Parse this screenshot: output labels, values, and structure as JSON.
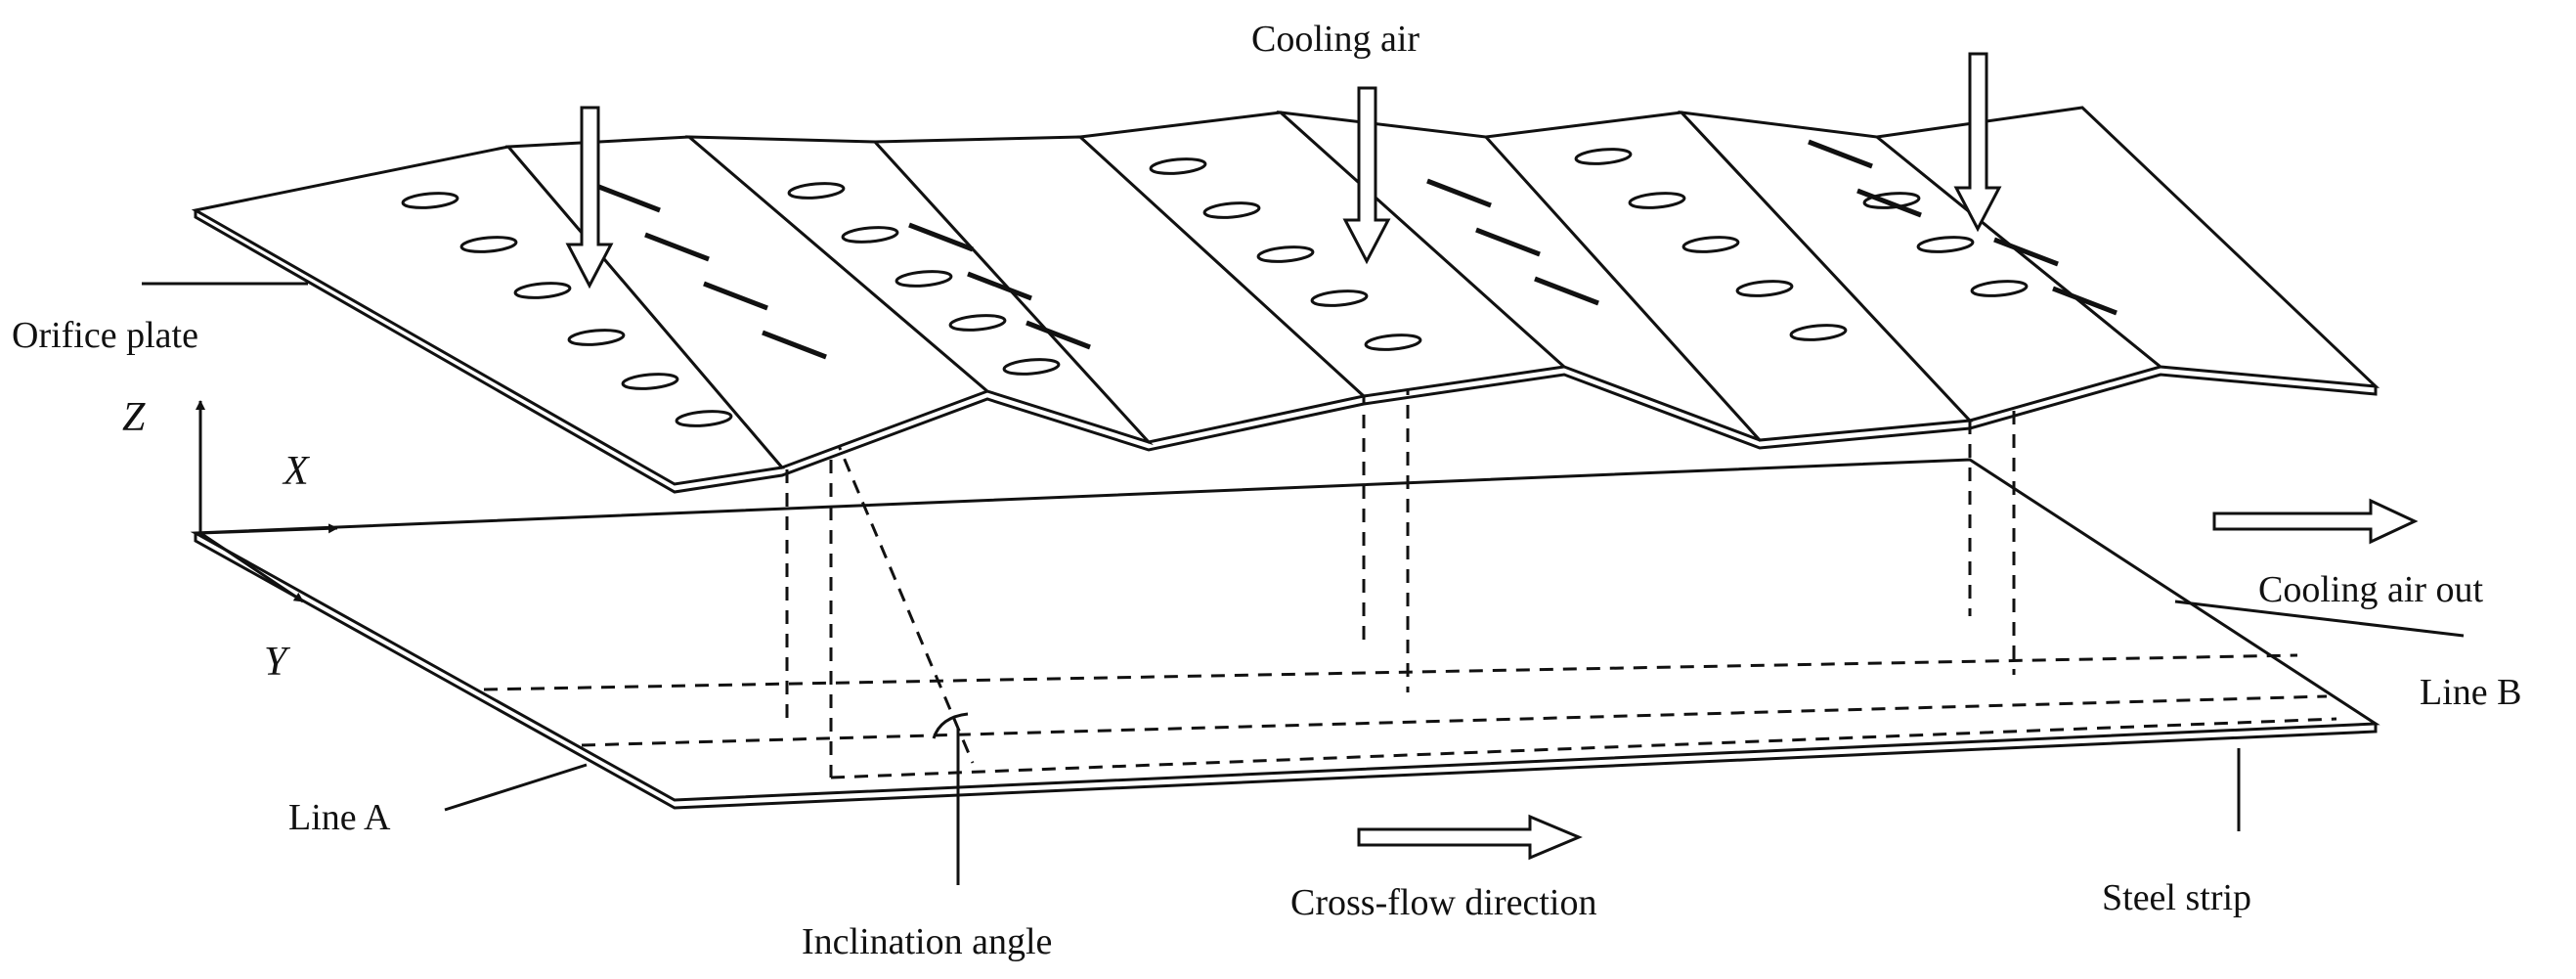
{
  "diagram": {
    "labels": {
      "cooling_air": "Cooling air",
      "orifice_plate": "Orifice plate",
      "axis_z": "Z",
      "axis_x": "X",
      "axis_y": "Y",
      "cooling_air_out": "Cooling air out",
      "line_b": "Line B",
      "line_a": "Line A",
      "inclination_angle": "Inclination angle",
      "cross_flow_direction": "Cross-flow direction",
      "steel_strip": "Steel strip"
    },
    "colors": {
      "ink": "#111111",
      "background": "#ffffff"
    }
  }
}
